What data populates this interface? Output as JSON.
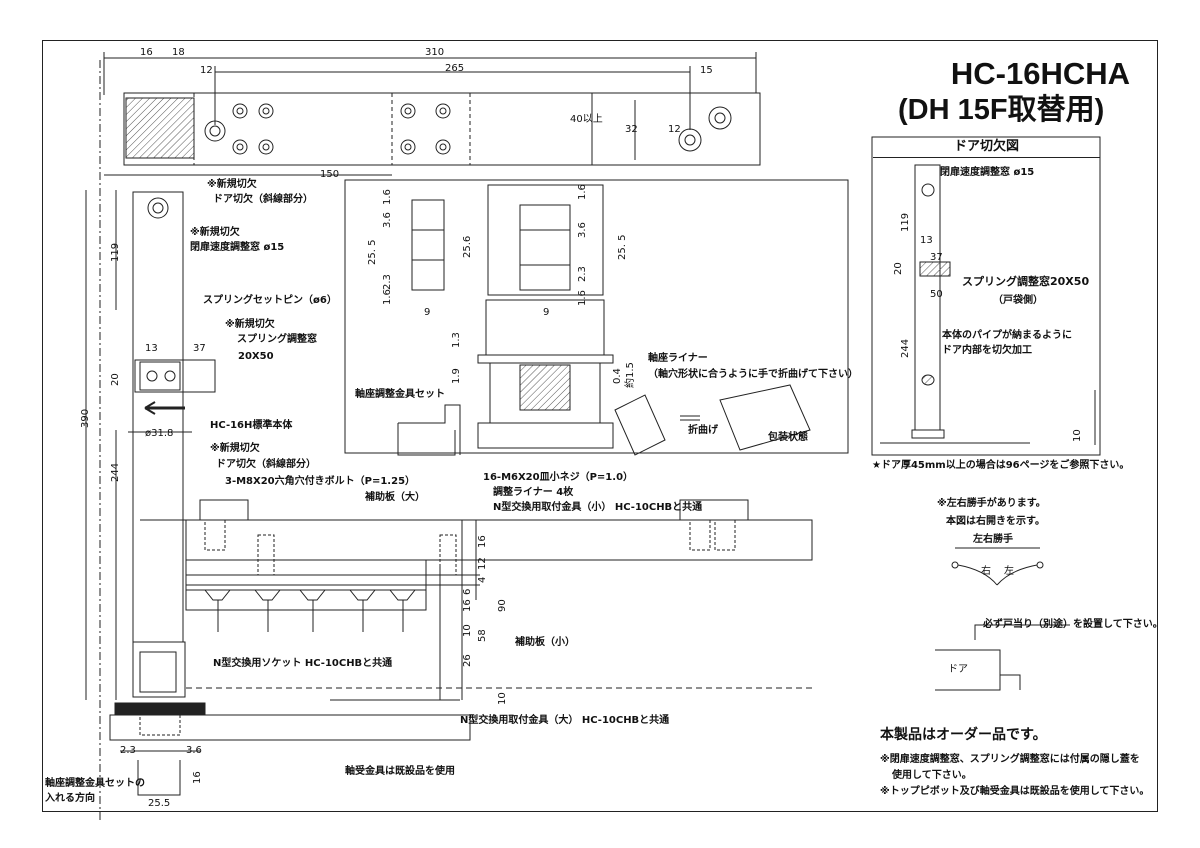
{
  "title": {
    "model": "HC-16HCHA",
    "subtitle": "(DH 15F取替用)"
  },
  "top_dims": {
    "d310": "310",
    "d265": "265",
    "d16": "16",
    "d18": "18",
    "d12a": "12",
    "d15": "15",
    "d12b": "12",
    "d32": "32",
    "d40": "40以上",
    "d150": "150"
  },
  "left_labels": {
    "new_cut1": "※新規切欠",
    "door_cut1": "ドア切欠（斜線部分）",
    "new_cut2": "※新規切欠",
    "speed_window": "閉扉速度調整窓 ø15",
    "spring_pin": "スプリングセットピン（ø6）",
    "new_cut3": "※新規切欠",
    "spring_window": "スプリング調整窓",
    "spring_size": "20X50",
    "d13": "13",
    "d37": "37",
    "d20": "20",
    "d119": "119",
    "d390": "390",
    "d244": "244",
    "d318": "ø31.8",
    "body": "HC-16H標準本体",
    "new_cut4": "※新規切欠",
    "door_cut2": "ドア切欠（斜線部分）",
    "bolt": "3-M8X20六角穴付きボルト（P=1.25）",
    "screw": "16-M6X20皿小ネジ（P=1.0）",
    "plate_big": "補助板（大）",
    "liner": "調整ライナー 4枚",
    "fit_small": "N型交換用取付金具（小） HC-10CHBと共通",
    "plate_small": "補助板（小）",
    "socket": "N型交換用ソケット HC-10CHBと共通",
    "fit_big": "N型交換用取付金具（大） HC-10CHBと共通",
    "bearing": "軸受金具は既設品を使用",
    "direction_1": "軸座調整金具セットの",
    "direction_2": "入れる方向",
    "d23": "2.3",
    "d36": "3.6",
    "d16b": "16",
    "d255": "25.5",
    "v16": "16",
    "v4": "4",
    "v12": "12",
    "v6": "6",
    "v16c": "16",
    "v10": "10",
    "v90": "90",
    "v58": "58",
    "v26": "26",
    "v10b": "10"
  },
  "detail": {
    "d16a": "1.6",
    "d36": "3.6",
    "d255": "25. 5",
    "d23": "2.3",
    "d16b": "1.6",
    "d9": "9",
    "d256": "25.6",
    "d36b": "3.6",
    "d255b": "25. 5",
    "d23b": "2.3",
    "d16c": "1.6",
    "d16d": "1.6",
    "d9b": "9",
    "d13": "1.3",
    "d19": "1.9",
    "d04": "0.4",
    "d15": "約1.5",
    "set": "軸座調整金具セット",
    "liner": "軸座ライナー",
    "liner_note": "（軸穴形状に合うように手で折曲げて下さい）",
    "fold": "折曲げ",
    "packed": "包装状態"
  },
  "door_cut": {
    "heading": "ドア切欠図",
    "speed_window": "閉扉速度調整窓 ø15",
    "d119": "119",
    "d13": "13",
    "d37": "37",
    "d20": "20",
    "d50": "50",
    "d244": "244",
    "d10": "10",
    "spring_window": "スプリング調整窓20X50",
    "pocket": "（戸袋側）",
    "pipe1": "本体のパイプが納まるように",
    "pipe2": "ドア内部を切欠加工",
    "footnote": "★ドア厚45mm以上の場合は96ページをご参照下さい。"
  },
  "hand": {
    "note1": "※左右勝手があります。",
    "note2": "本図は右開きを示す。",
    "label": "左右勝手",
    "right": "右",
    "left": "左"
  },
  "stop": {
    "note": "必ず戸当り（別途）を設置して下さい。",
    "door": "ドア"
  },
  "bottom_notes": {
    "order": "本製品はオーダー品です。",
    "n1": "※閉扉速度調整窓、スプリング調整窓には付属の隠し蓋を",
    "n1b": "使用して下さい。",
    "n2": "※トップピボット及び軸受金具は既設品を使用して下さい。"
  },
  "colors": {
    "line": "#222222",
    "hatch": "#555555"
  }
}
